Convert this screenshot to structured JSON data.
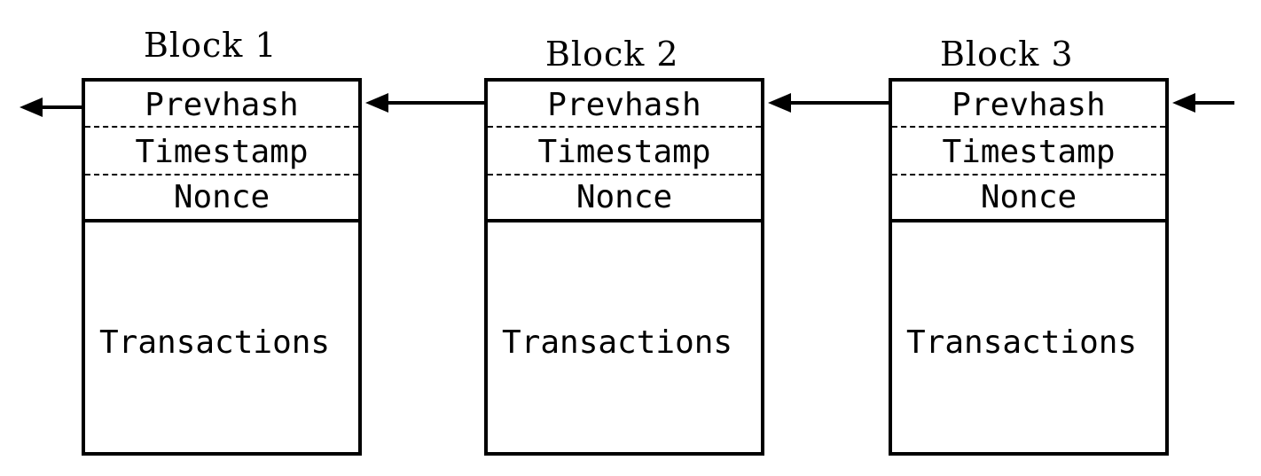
{
  "blocks": [
    {
      "title": "Block 1",
      "fields": [
        "Prevhash",
        "Timestamp",
        "Nonce"
      ],
      "body": "Transactions"
    },
    {
      "title": "Block 2",
      "fields": [
        "Prevhash",
        "Timestamp",
        "Nonce"
      ],
      "body": "Transactions"
    },
    {
      "title": "Block 3",
      "fields": [
        "Prevhash",
        "Timestamp",
        "Nonce"
      ],
      "body": "Transactions"
    }
  ],
  "colors": {
    "stroke": "#000000",
    "background": "#ffffff"
  }
}
